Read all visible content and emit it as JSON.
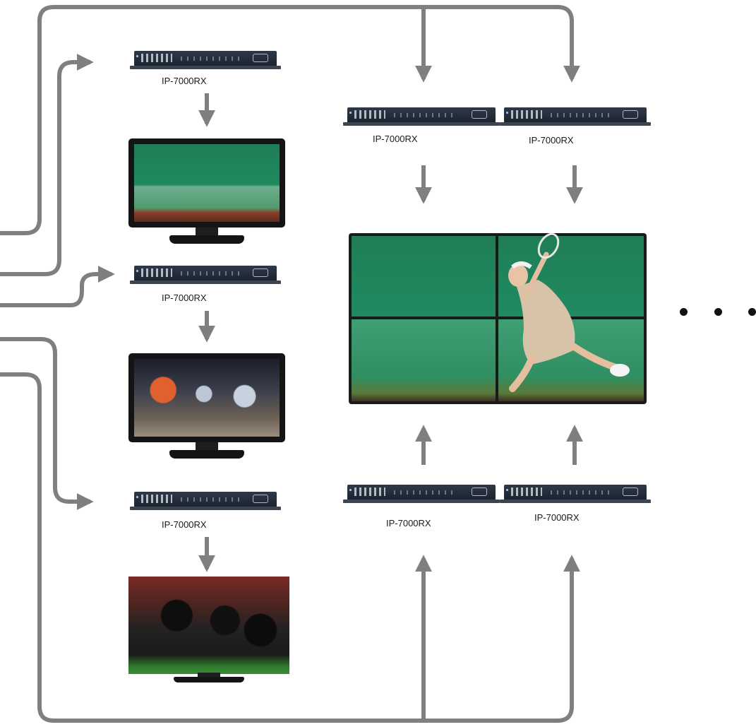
{
  "diagram": {
    "receivers": [
      {
        "id": "rx-left-1",
        "label": "IP-7000RX"
      },
      {
        "id": "rx-left-2",
        "label": "IP-7000RX"
      },
      {
        "id": "rx-left-3",
        "label": "IP-7000RX"
      },
      {
        "id": "rx-wall-top-left",
        "label": "IP-7000RX"
      },
      {
        "id": "rx-wall-top-right",
        "label": "IP-7000RX"
      },
      {
        "id": "rx-wall-bottom-left",
        "label": "IP-7000RX"
      },
      {
        "id": "rx-wall-bottom-right",
        "label": "IP-7000RX"
      }
    ],
    "displays": [
      {
        "id": "monitor-tennis",
        "content": "tennis"
      },
      {
        "id": "monitor-basketball",
        "content": "basketball"
      },
      {
        "id": "monitor-rugby",
        "content": "rugby"
      },
      {
        "id": "video-wall-2x2",
        "content": "tennis"
      }
    ],
    "colors": {
      "connector": "#7f7f7f",
      "device": "#1f2731",
      "ellipsis": "#111111"
    }
  }
}
